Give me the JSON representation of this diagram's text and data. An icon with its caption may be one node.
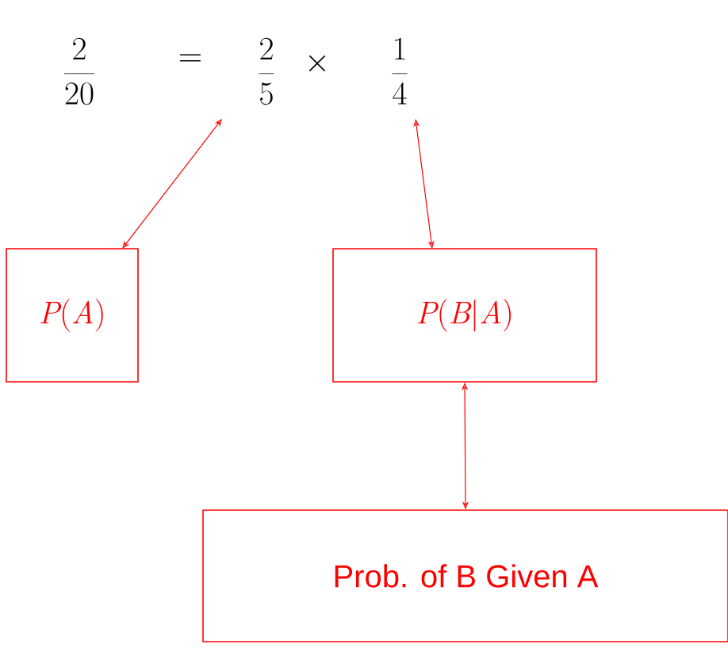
{
  "diagram": {
    "nodes": [
      {
        "text": [
          "P(A)"
        ]
      },
      {
        "text": [
          "P(B|A)"
        ]
      },
      {
        "text": [
          "Prob. of B Given A"
        ]
      },
      {
        "text": [
          "\\frac{2}{5}"
        ]
      },
      {
        "text": [
          "\\frac{1}{4}"
        ]
      }
    ],
    "edges": [
      {
        "from": 0,
        "to": 3,
        "arrow": "both"
      },
      {
        "from": 4,
        "to": 1,
        "arrow": "both"
      },
      {
        "from": 1,
        "to": 2,
        "arrow": "both"
      }
    ],
    "labels": [
      "\\frac{2}{20}",
      "=",
      "\\times"
    ]
  }
}
